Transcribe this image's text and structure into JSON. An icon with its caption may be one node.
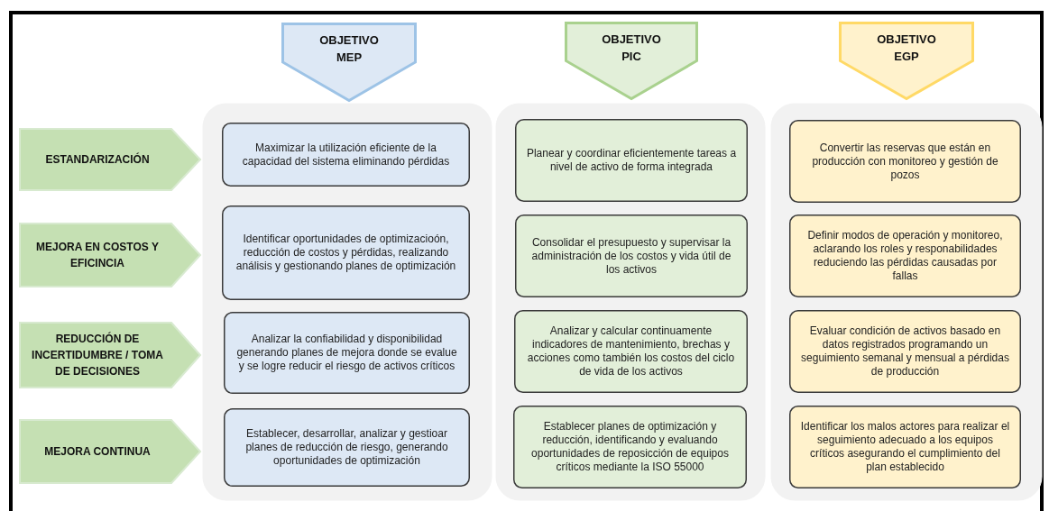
{
  "diagram": {
    "nodes": [
      {
        "text": [
          "OBJETIVO MEP"
        ]
      },
      {
        "text": [
          "OBJETIVO PIC"
        ]
      },
      {
        "text": [
          "OBJETIVO EGP"
        ]
      },
      {
        "text": [
          "ESTANDARIZACIÓN"
        ]
      },
      {
        "text": [
          "MEJORA EN COSTOS Y EFICINCIA"
        ]
      },
      {
        "text": [
          "REDUCCIÓN DE INCERTIDUMBRE / TOMA DE DECISIONES"
        ]
      },
      {
        "text": [
          "MEJORA CONTINUA"
        ]
      },
      {
        "text": [],
        "shape": "box"
      },
      {
        "text": [
          "Maximizar la utilización eficiente de la capacidad del sistema eliminando pérdidas"
        ],
        "in": 7
      },
      {
        "text": [
          "Identificar oportunidades de optimizacioón, reducción de costos y pérdidas, realizando análisis y gestionando planes de optimización"
        ],
        "in": 7
      },
      {
        "text": [
          "Analizar la confiabilidad y disponibilidad generando planes de mejora donde se evalue y se logre reducir el riesgo de activos críticos"
        ],
        "in": 7
      },
      {
        "text": [
          "Establecer, desarrollar, analizar y gestioar planes de reducción de riesgo, generando oportunidades de optimización"
        ],
        "in": 7
      },
      {
        "text": [],
        "shape": "box"
      },
      {
        "text": [
          "Planear y coordinar eficientemente tareas a nivel de activo de forma integrada"
        ],
        "in": 12
      },
      {
        "text": [
          "Consolidar el presupuesto y supervisar la administración de los costos y vida útil de los activos"
        ],
        "in": 12
      },
      {
        "text": [
          "Analizar y calcular continuamente indicadores de mantenimiento, brechas y acciones como también los costos del ciclo de vida de los activos"
        ],
        "in": 12
      },
      {
        "text": [
          "Establecer planes de optimización y reducción, identificando y evaluando oportunidades de reposicción de equipos críticos mediante la ISO 55000"
        ],
        "in": 12
      },
      {
        "text": [],
        "shape": "box"
      },
      {
        "text": [
          "Convertir las reservas que están en producción con monitoreo y gestión de pozos"
        ],
        "in": 17
      },
      {
        "text": [
          "Definir modos de operación y monitoreo, aclarando los roles y responabilidades reduciendo las pérdidas causadas por fallas"
        ],
        "in": 17
      },
      {
        "text": [
          "Evaluar condición de activos basado en datos registrados programando un seguimiento semanal y mensual a pérdidas de producción"
        ],
        "in": 17
      },
      {
        "text": [
          "Identificar los malos actores para realizar el seguimiento adecuado a los equipos críticos asegurando el cumplimiento del plan establecido"
        ],
        "in": 17
      }
    ]
  }
}
